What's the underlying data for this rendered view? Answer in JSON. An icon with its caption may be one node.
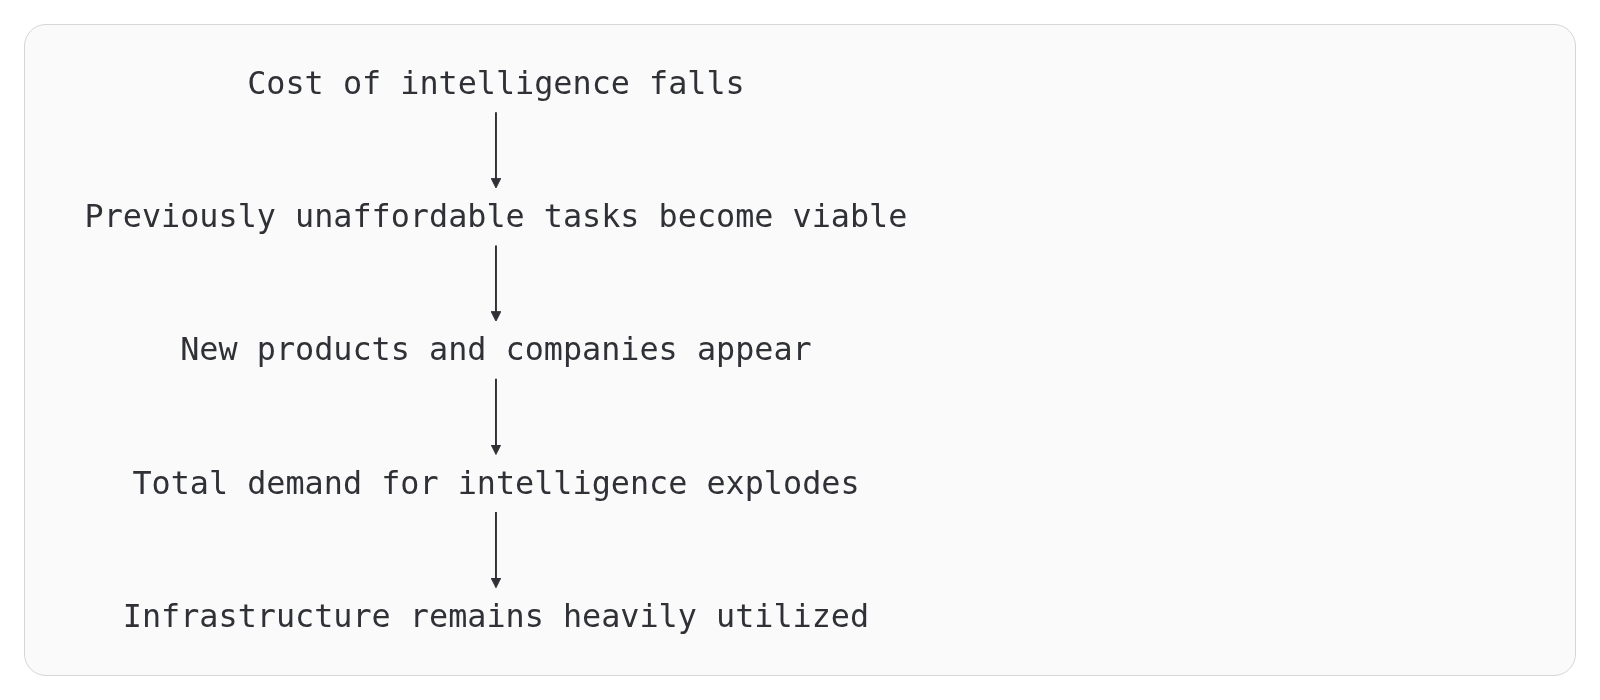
{
  "diagram": {
    "nodes": [
      {
        "text": [
          "Cost of intelligence falls"
        ]
      },
      {
        "text": [
          "Previously unaffordable tasks become viable"
        ]
      },
      {
        "text": [
          "New products and companies appear"
        ]
      },
      {
        "text": [
          "Total demand for intelligence explodes"
        ]
      },
      {
        "text": [
          "Infrastructure remains heavily utilized"
        ]
      }
    ],
    "edges": [
      {
        "from": 0,
        "to": 1,
        "arrow": "to"
      },
      {
        "from": 1,
        "to": 2,
        "arrow": "to"
      },
      {
        "from": 2,
        "to": 3,
        "arrow": "to"
      },
      {
        "from": 3,
        "to": 4,
        "arrow": "to"
      }
    ]
  }
}
